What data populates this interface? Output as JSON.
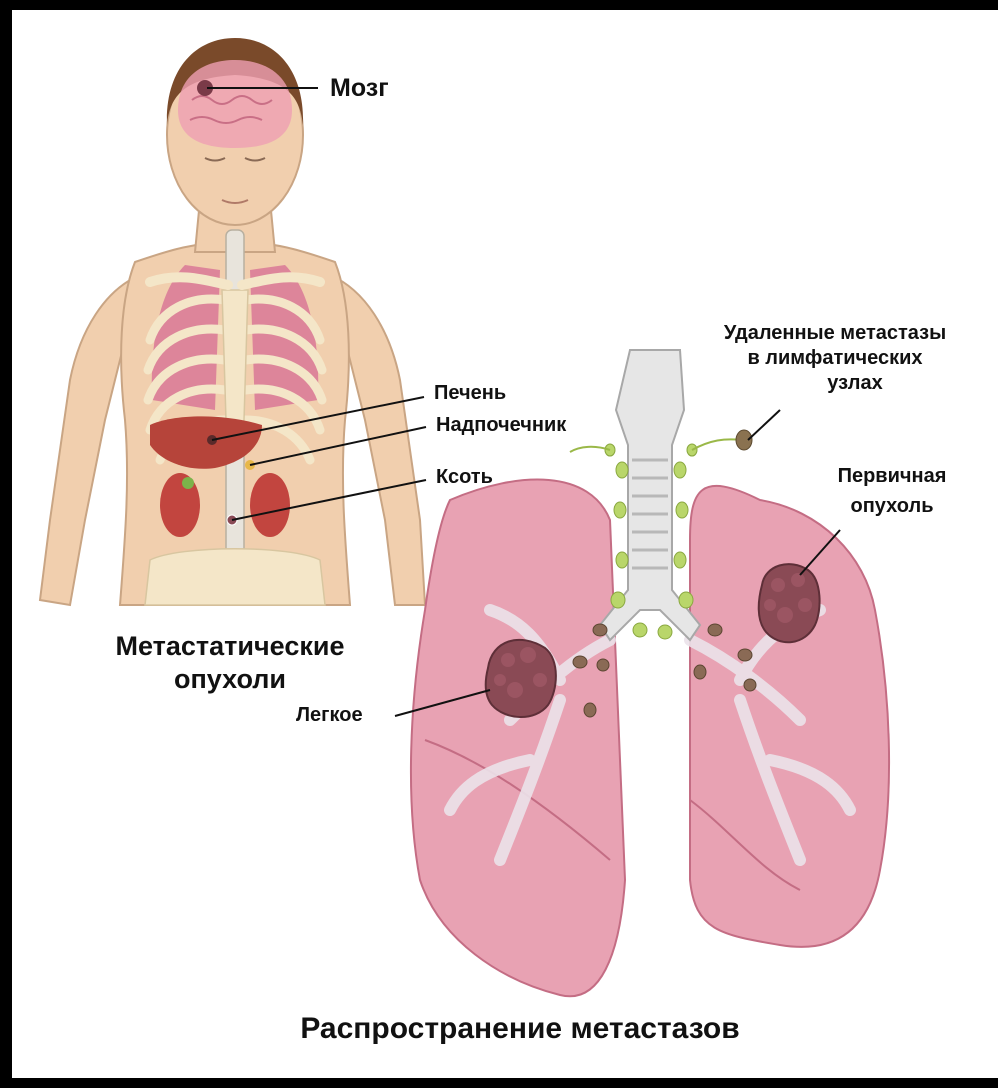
{
  "labels": {
    "brain": "Мозг",
    "liver": "Печень",
    "adrenal": "Надпочечник",
    "bone": "Ксоть",
    "lung": "Легкое",
    "distant_lymph_line1": "Удаленные метастазы",
    "distant_lymph_line2": "в лимфатических",
    "distant_lymph_line3": "узлах",
    "primary_line1": "Первичная",
    "primary_line2": "опухоль",
    "metastatic_line1": "Метастатические",
    "metastatic_line2": "опухоли",
    "caption": "Распространение метастазов"
  },
  "colors": {
    "frame": "#000000",
    "background": "#ffffff",
    "skin": "#f1cfae",
    "bone": "#f4e6c8",
    "lung": "#e8a2b3",
    "tumor": "#8a4a55",
    "lymph": "#b9d66a",
    "brain": "#ef9fb3",
    "liver": "#b6443a",
    "kidney": "#c2453f",
    "text": "#111111"
  }
}
